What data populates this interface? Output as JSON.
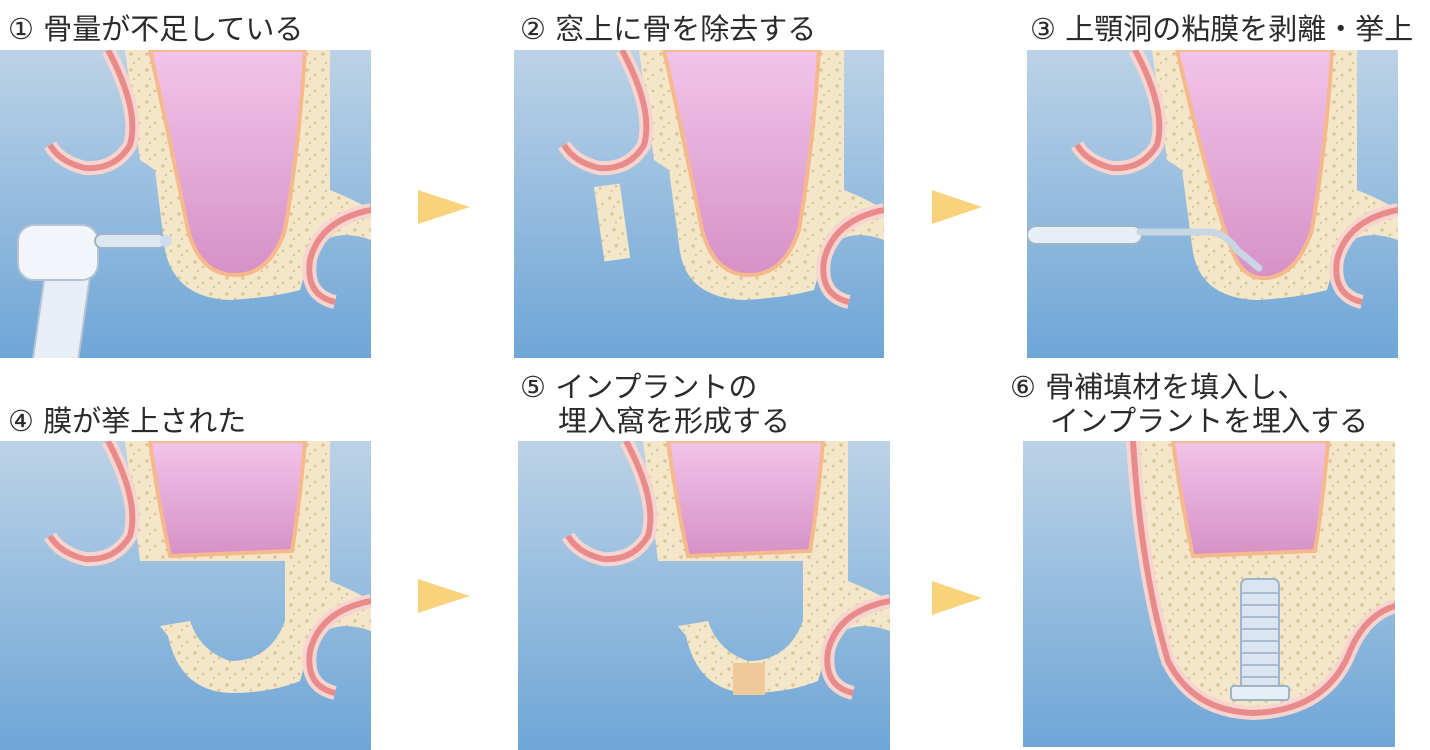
{
  "steps": [
    {
      "num": "①",
      "line1": "骨量が不足している",
      "line2": ""
    },
    {
      "num": "②",
      "line1": "窓上に骨を除去する",
      "line2": ""
    },
    {
      "num": "③",
      "line1": "上顎洞の粘膜を剥離・挙上",
      "line2": ""
    },
    {
      "num": "④",
      "line1": "膜が挙上された",
      "line2": ""
    },
    {
      "num": "⑤",
      "line1": "インプラントの",
      "line2": "埋入窩を形成する"
    },
    {
      "num": "⑥",
      "line1": "骨補填材を填入し、",
      "line2": "インプラントを埋入する"
    }
  ],
  "colors": {
    "background_top": "#b7cfe4",
    "background_bottom": "#6fa6d6",
    "sinus": "#eebde3",
    "bone": "#f3e4c4",
    "gum": "#f2a3a3",
    "arrow": "#fbd27c"
  }
}
